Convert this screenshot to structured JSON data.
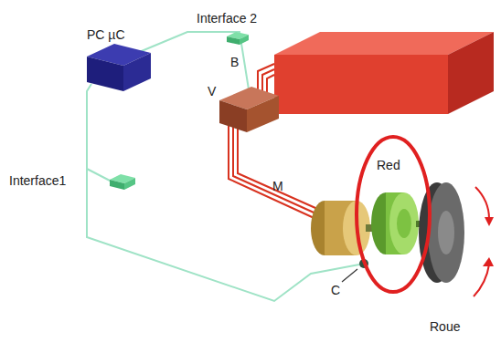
{
  "diagram": {
    "labels": [
      "PC µC",
      "Interface 2",
      "Interface1",
      "B",
      "V",
      "M",
      "Red",
      "C",
      "Roue"
    ]
  }
}
